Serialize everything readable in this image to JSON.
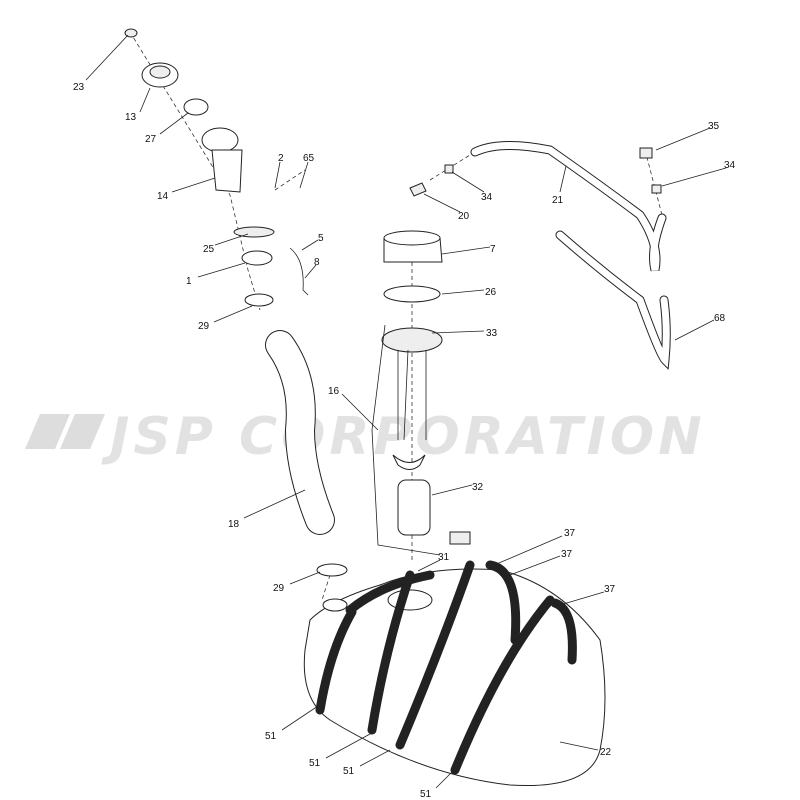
{
  "watermark": "JSP CORPORATION",
  "callouts": [
    {
      "id": "23"
    },
    {
      "id": "13"
    },
    {
      "id": "27"
    },
    {
      "id": "14"
    },
    {
      "id": "2"
    },
    {
      "id": "65"
    },
    {
      "id": "25"
    },
    {
      "id": "5"
    },
    {
      "id": "1"
    },
    {
      "id": "8"
    },
    {
      "id": "29"
    },
    {
      "id": "34"
    },
    {
      "id": "20"
    },
    {
      "id": "21"
    },
    {
      "id": "35"
    },
    {
      "id": "34"
    },
    {
      "id": "7"
    },
    {
      "id": "26"
    },
    {
      "id": "33"
    },
    {
      "id": "68"
    },
    {
      "id": "16"
    },
    {
      "id": "18"
    },
    {
      "id": "32"
    },
    {
      "id": "29"
    },
    {
      "id": "31"
    },
    {
      "id": "37"
    },
    {
      "id": "37"
    },
    {
      "id": "37"
    },
    {
      "id": "51"
    },
    {
      "id": "51"
    },
    {
      "id": "51"
    },
    {
      "id": "51"
    },
    {
      "id": "22"
    }
  ]
}
